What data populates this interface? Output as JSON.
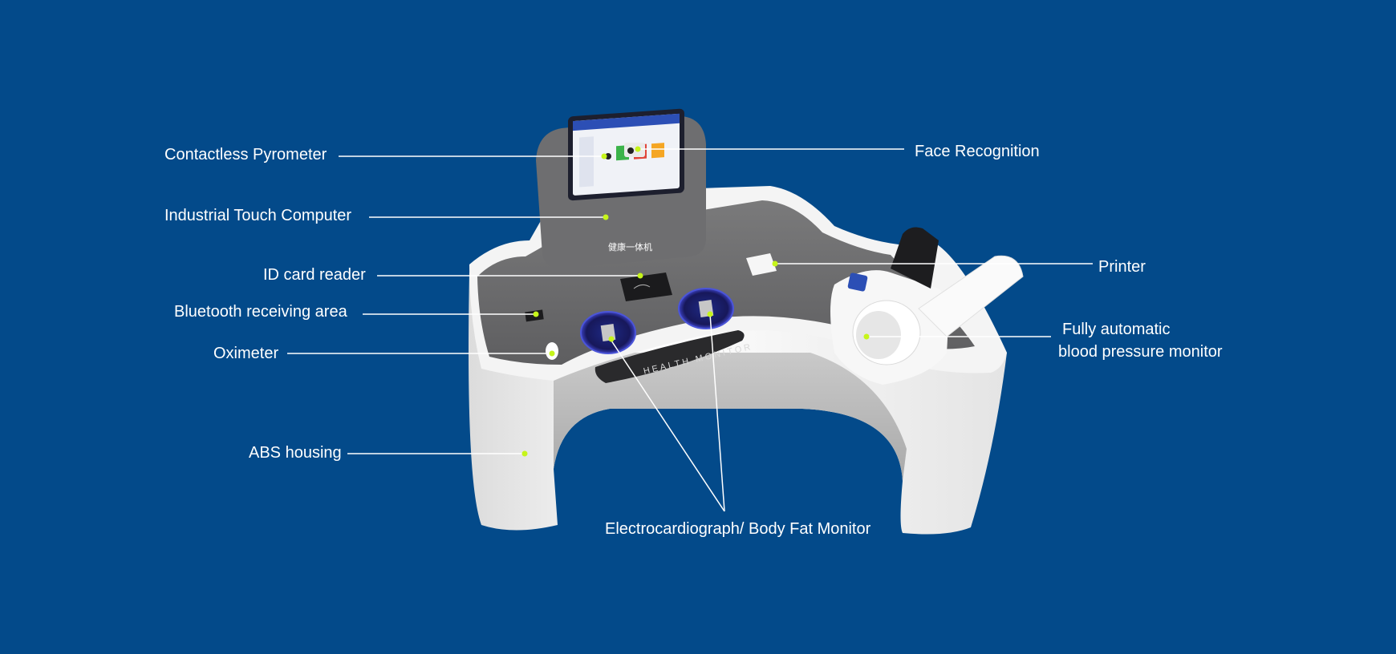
{
  "callouts": {
    "contactless_pyrometer": "Contactless Pyrometer",
    "industrial_touch_computer": "Industrial Touch Computer",
    "id_card_reader": "ID card reader",
    "bluetooth_receiving_area": "Bluetooth receiving area",
    "oximeter": "Oximeter",
    "abs_housing": "ABS housing",
    "face_recognition": "Face Recognition",
    "printer": "Printer",
    "blood_pressure_line1": "Fully automatic",
    "blood_pressure_line2": "blood pressure monitor",
    "ecg_body_fat": "Electrocardiograph/ Body Fat Monitor"
  },
  "device": {
    "screen_title": "健康一体机",
    "panel_text": "HEALTH MONITOR"
  },
  "colors": {
    "background": "#034a8a",
    "leader_line": "#ffffff",
    "marker_dot": "#c6f51a",
    "housing": "#f2f2f2",
    "tray": "#6f6f70",
    "accent_blue": "#2c4fb5"
  }
}
